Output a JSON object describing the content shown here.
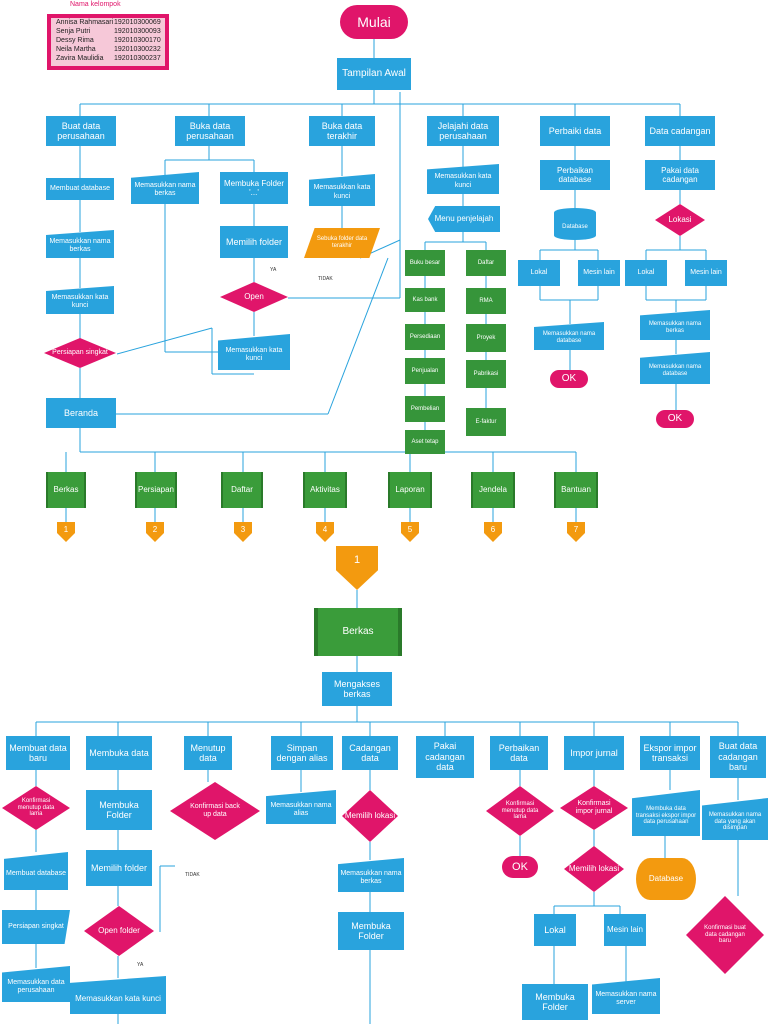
{
  "members_title": "Nama kelompok",
  "members": [
    {
      "name": "Annisa Rahmasari",
      "nim": "19201030006​9"
    },
    {
      "name": "Senja Putri",
      "nim": "192010300093"
    },
    {
      "name": "Dessy Rima",
      "nim": "192010300170"
    },
    {
      "name": "Neila Martha",
      "nim": "192010300232"
    },
    {
      "name": "Zavira Maulidia",
      "nim": "192010300237"
    }
  ],
  "top": {
    "start": "Mulai",
    "tampilan": "Tampilan Awal",
    "menu": [
      "Buat data perusahaan",
      "Buka data perusahaan",
      "Buka data terakhir",
      "Jelajahi data perusahaan",
      "Perbaiki data",
      "Data cadangan"
    ],
    "buat": [
      "Membuat database",
      "Memasukkan nama berkas",
      "Memasukkan kata kunci"
    ],
    "persiapan": "Persiapan singkat",
    "beranda": "Beranda",
    "buka_nama": "Memasukkan nama berkas",
    "buka_folder": "Membuka Folder",
    "buka_folder_sub": "'...'",
    "memilih_folder": "Memilih folder",
    "ya": "YA",
    "tidak": "TIDAK",
    "open": "Open",
    "buka_kunci": "Memasukkan kata kunci",
    "terakhir_kunci": "Memasukkan kata kunci",
    "terakhir_folder": "Sebuka folder data terakhir",
    "jelajah_kunci": "Memasukkan kata kunci",
    "menu_penjelajah": "Menu penjelajah",
    "jelajah_left": [
      "Buku besar",
      "Kas bank",
      "Persediaan",
      "Penjualan",
      "Pembelian",
      "Aset tetap"
    ],
    "jelajah_right": [
      "Daftar",
      "RMA",
      "Proyek",
      "Pabrikasi",
      "E-faktur"
    ],
    "perbaiki_db": "Perbaikan database",
    "database": "Database",
    "lokal": "Lokal",
    "mesin_lain": "Mesin lain",
    "perbaiki_nama": "Memasukkan nama database",
    "ok": "OK",
    "pakai_cadangan": "Pakai data cadangan",
    "lokasi": "Lokasi",
    "cad_nama_berkas": "Memasukkan nama berkas",
    "cad_nama_db": "Memasukkan nama database",
    "tabs": [
      "Berkas",
      "Persiapan",
      "Daftar",
      "Aktivitas",
      "Laporan",
      "Jendela",
      "Bantuan"
    ],
    "tab_numbers": [
      "1",
      "2",
      "3",
      "4",
      "5",
      "6",
      "7"
    ]
  },
  "bottom": {
    "connector": "1",
    "berkas": "Berkas",
    "mengakses": "Mengakses berkas",
    "menu": [
      "Membuat data baru",
      "Membuka data",
      "Menutup data",
      "Simpan dengan alias",
      "Cadangan data",
      "Pakai cadangan data",
      "Perbaikan data",
      "Impor jurnal",
      "Ekspor impor transaksi",
      "Buat data cadangan baru"
    ],
    "konfirmasi_tutup": "Konfirmasi menutup data lama",
    "membuat_db": "Membuat database",
    "persiapan": "Persiapan singkat",
    "memasukkan_data": "Memasukkan data perusahaan",
    "membuka_folder": "Membuka Folder",
    "memilih_folder": "Memilih folder",
    "open_folder": "Open folder",
    "kunci": "Memasukkan kata kunci",
    "tidak": "TIDAK",
    "ya": "YA",
    "konfirmasi_backup": "Konfirmasi back up data",
    "alias": "Memasukkan nama alias",
    "memilih_lokasi": "Memilih lokasi",
    "nama_berkas": "Memasukkan nama berkas",
    "membuka_folder2": "Membuka Folder",
    "konfirmasi_tutup2": "Konfirmasi menutup data lama",
    "ok": "OK",
    "konfirmasi_impor": "Konfirmasi impor jurnal",
    "memilih_lokasi2": "Memilih lokasi",
    "lokal": "Lokal",
    "mesin_lain": "Mesin lain",
    "membuka_folder3": "Membuka Folder",
    "nama_server": "Memasukkan nama server",
    "ekspor_desc": "Membuka data transaksi ekspor impor data perusahaan",
    "database": "Database",
    "nama_cadangan": "Memasukkan nama data yang akan disimpan",
    "konfirmasi_cadangan": "Konfirmasi buat data cadangan baru"
  }
}
